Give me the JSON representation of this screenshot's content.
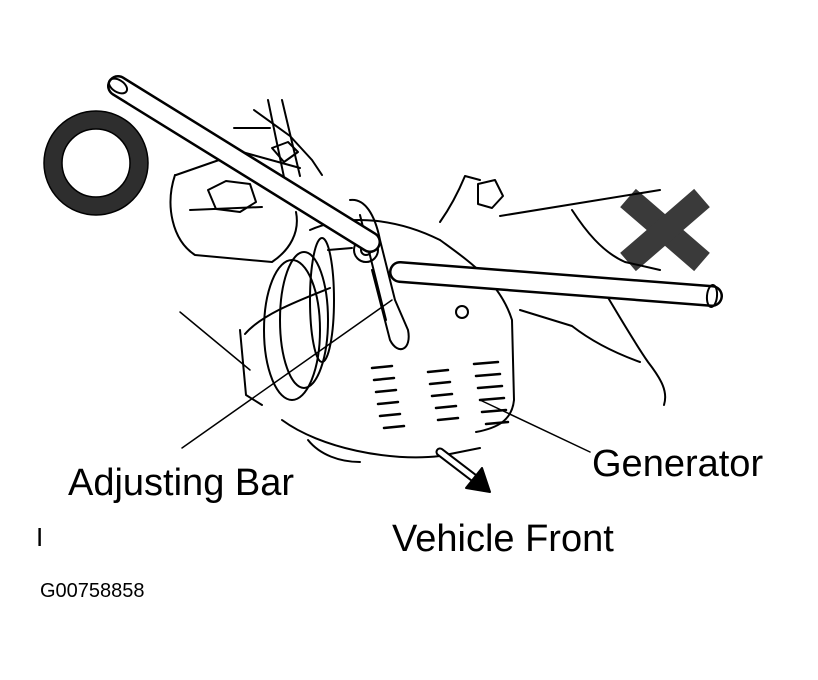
{
  "labels": {
    "adjusting_bar": "Adjusting Bar",
    "generator": "Generator",
    "vehicle_front": "Vehicle Front",
    "figure_code": "G00758858",
    "margin_mark": "I"
  },
  "marks": {
    "correct": "circle-mark-icon",
    "incorrect": "cross-mark-icon",
    "direction": "arrow-icon"
  },
  "colors": {
    "ink": "#000000",
    "paper": "#ffffff",
    "mark_fill": "#3a3a3a"
  }
}
